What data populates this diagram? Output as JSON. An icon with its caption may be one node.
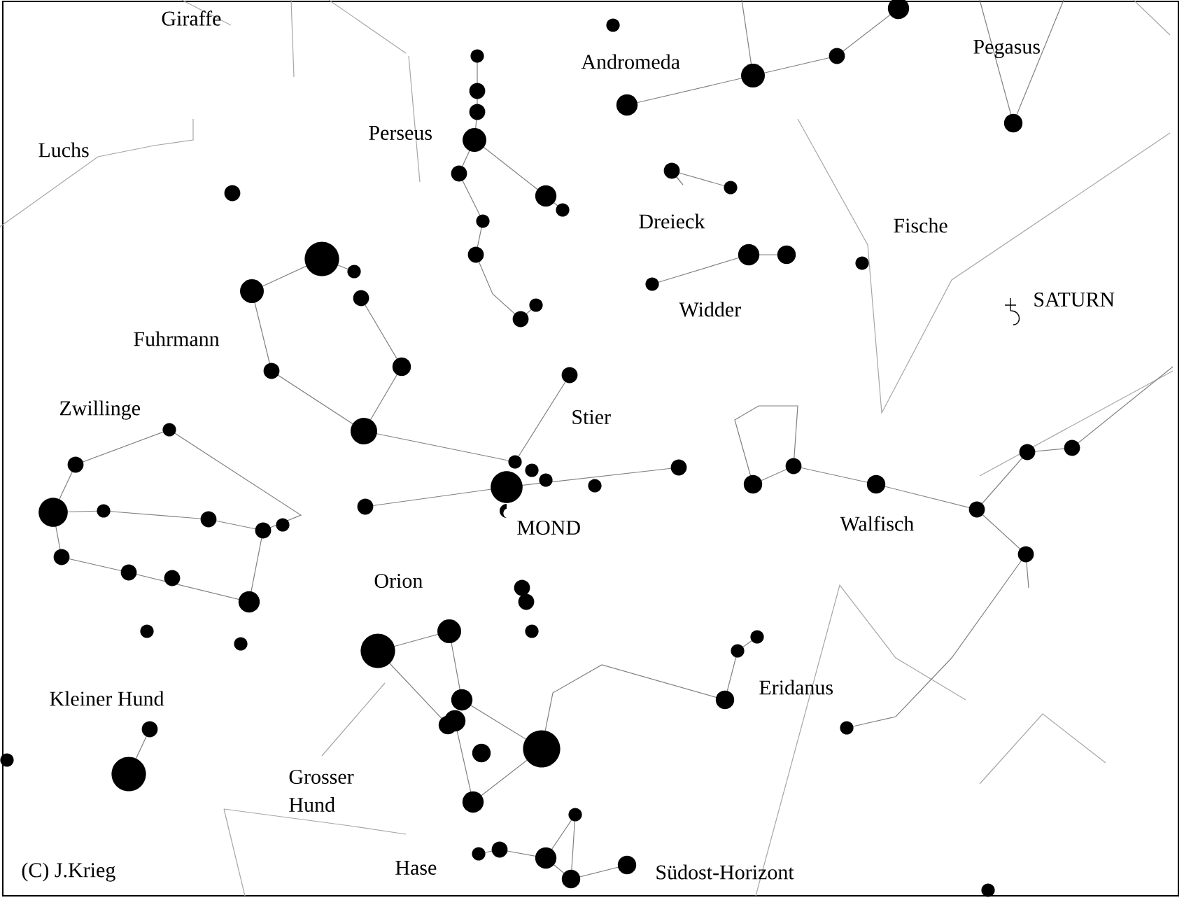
{
  "diagram": {
    "labels": [
      "Giraffe",
      "Andromeda",
      "Pegasus",
      "Luchs",
      "Perseus",
      "Dreieck",
      "Fische",
      "SATURN",
      "Widder",
      "Fuhrmann",
      "Zwillinge",
      "Stier",
      "MOND",
      "Walfisch",
      "Orion",
      "Eridanus",
      "Kleiner Hund",
      "Grosser Hund",
      "(C) J.Krieg",
      "Hase",
      "Südost-Horizont"
    ]
  }
}
